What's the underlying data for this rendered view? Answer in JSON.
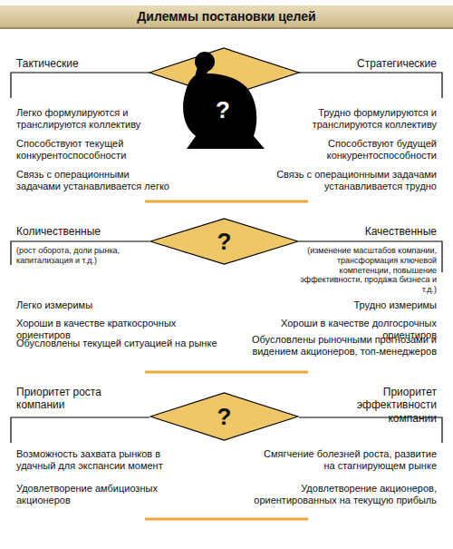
{
  "diagram": {
    "title": "Дилеммы постановки целей",
    "nodes": [
      {
        "text": [
          "?"
        ]
      },
      {
        "text": [
          "?"
        ]
      }
    ],
    "labels": [
      "Тактические",
      "Стратегические",
      "?",
      "Легко формулируются и транслируются коллективу",
      "Трудно формулируются и транслируются коллективу",
      "Способствуют текущей конкурентоспособности",
      "Способствуют будущей конкурентоспособности",
      "Связь с операционными задачами устанавливается легко",
      "Связь с операционными задачами устанавливается трудно",
      "Количественные",
      "Качественные",
      "(рост оборота, доли рынка, капитализация и т.д.)",
      "(изменение масштабов компании, трансформация ключевой компетенции, повышение эффективности, продажа бизнеса и т.д.)",
      "Легко измеримы",
      "Трудно измеримы",
      "Хороши в качестве краткосрочных ориентиров",
      "Хороши в качестве долгосрочных ориентиров",
      "Обусловлены текущей ситуацией на рынке",
      "Обусловлены рыночными прогнозами и видением акционеров, топ-менеджеров",
      "Приоритет роста компании",
      "Приоритет эффективности компании",
      "Возможность захвата рынков в удачный для экспансии момент",
      "Смягчение болезней роста, развитие на стагнирующем рынке",
      "Удовлетворение амбициозных акционеров",
      "Удовлетворение акционеров, ориентированных на текущую прибыль"
    ]
  }
}
